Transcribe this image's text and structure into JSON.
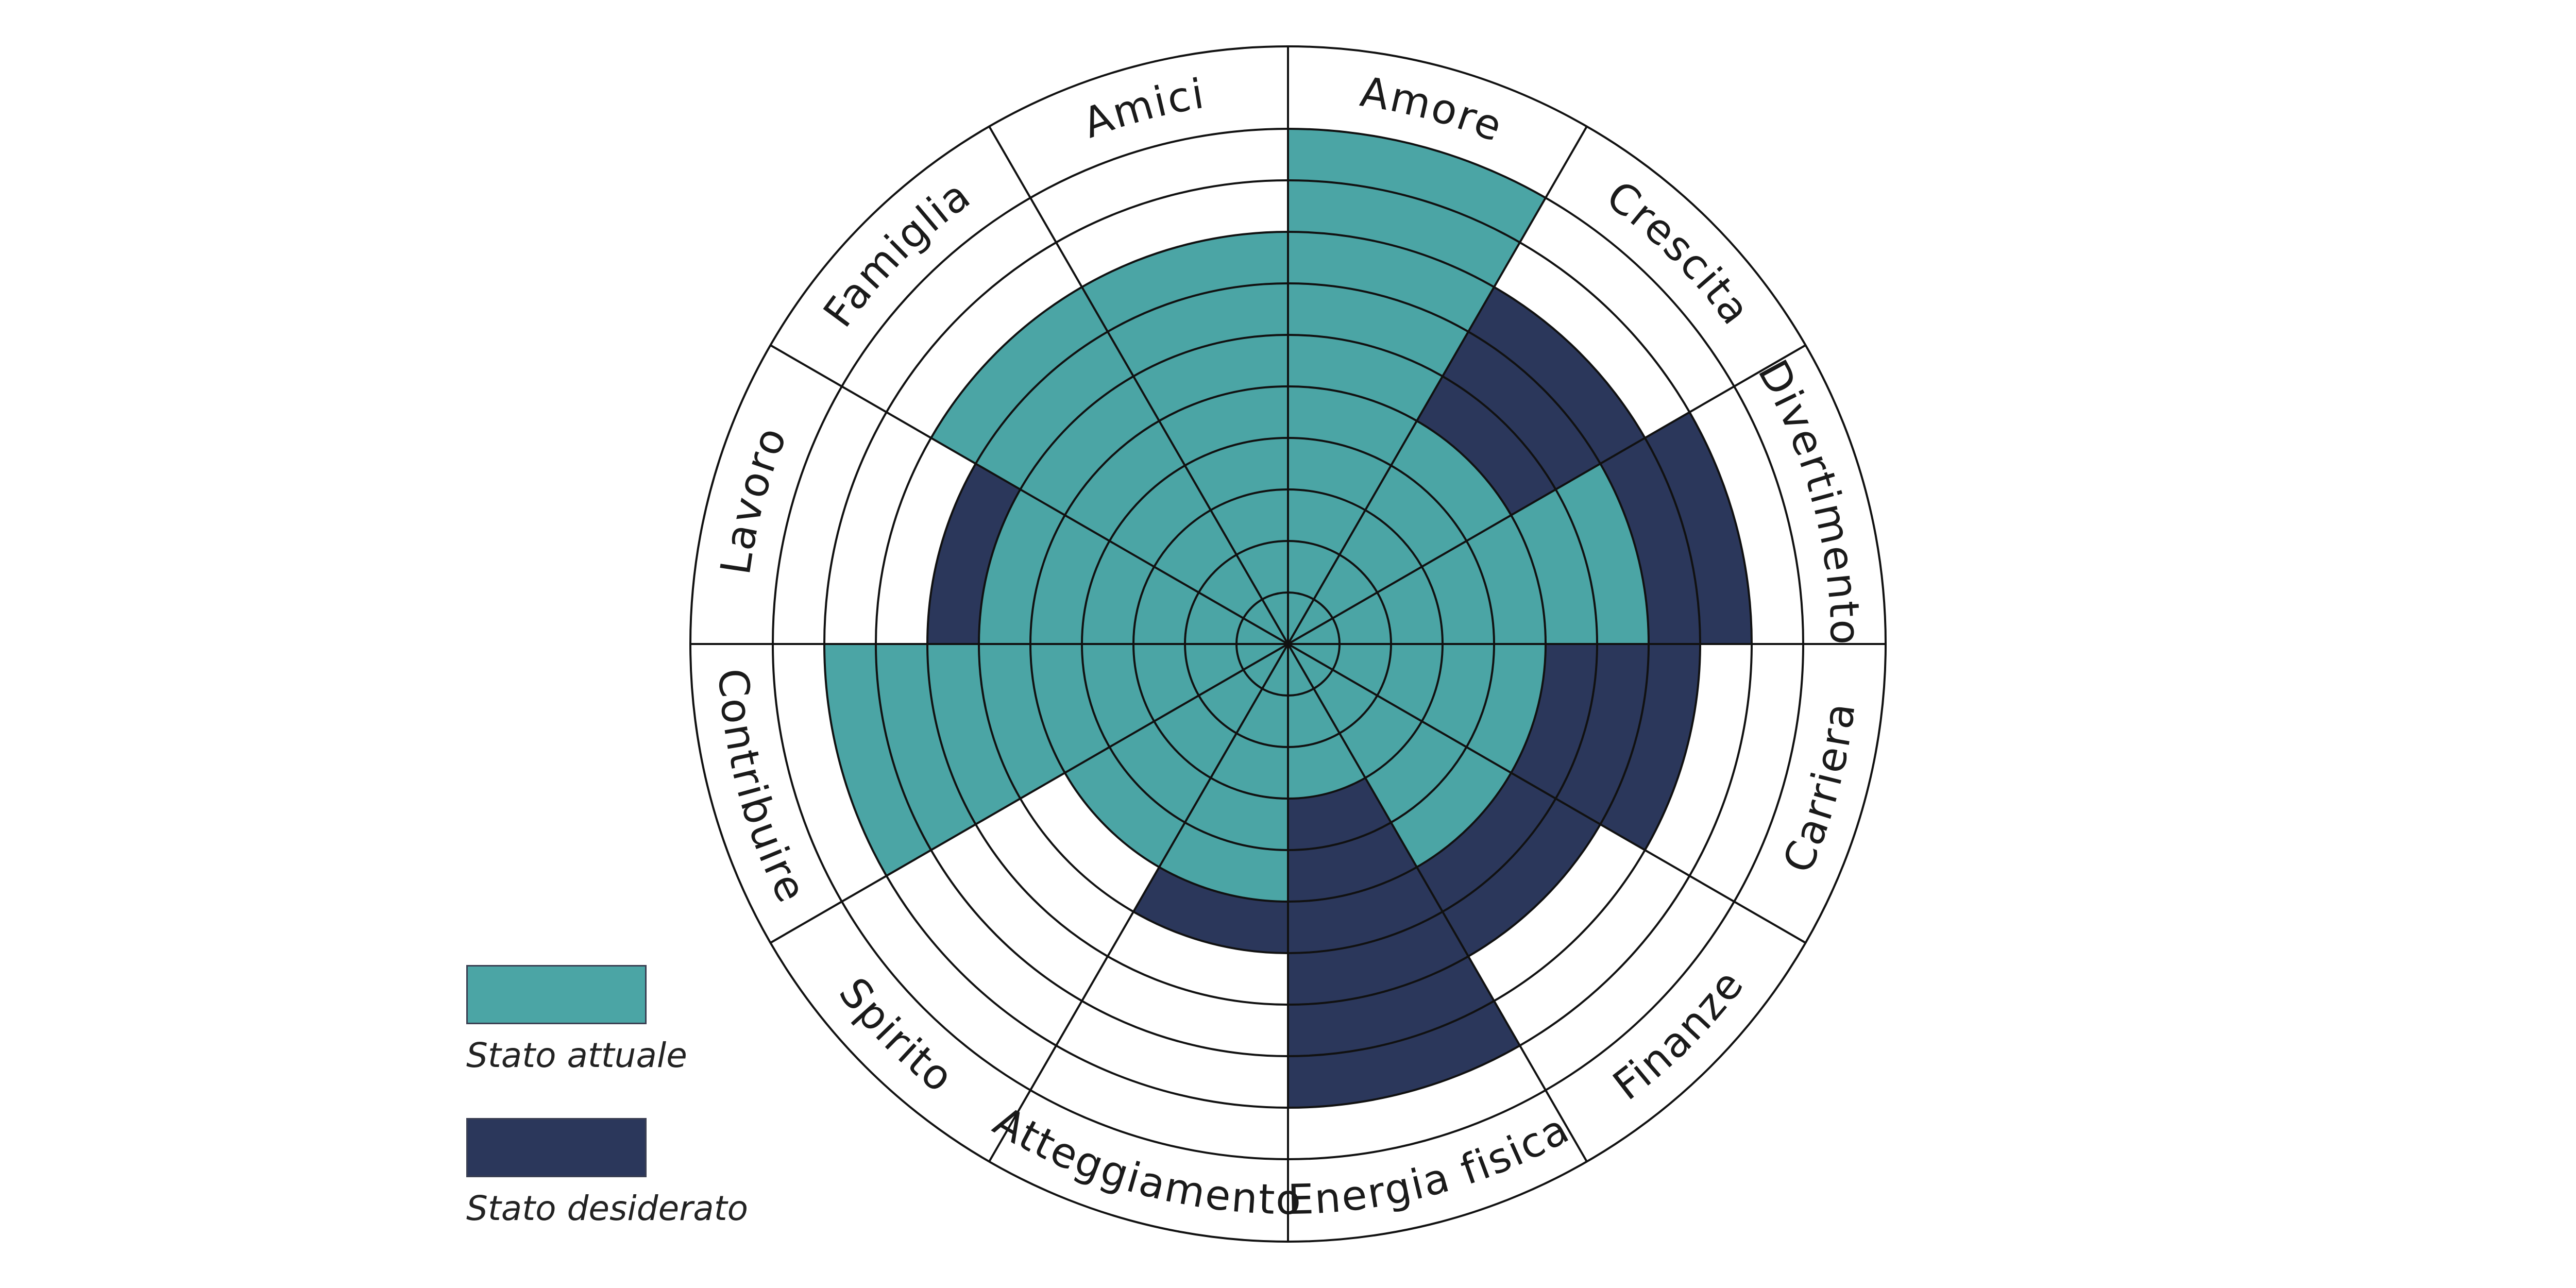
{
  "chart_data": {
    "type": "radial-bar",
    "title": "",
    "rings": 10,
    "categories": [
      "Amore",
      "Crescita",
      "Divertimento",
      "Carriera",
      "Finanze",
      "Energia fisica",
      "Atteggiamento",
      "Spirito",
      "Contribuire",
      "Lavoro",
      "Famiglia",
      "Amici"
    ],
    "series": [
      {
        "name": "Stato attuale",
        "color": "#4ba5a5",
        "values": [
          10,
          5,
          7,
          5,
          5,
          3,
          5,
          5,
          9,
          6,
          8,
          8
        ]
      },
      {
        "name": "Stato desiderato",
        "color": "#2b375b",
        "values": [
          10,
          8,
          9,
          8,
          7,
          9,
          6,
          5,
          9,
          7,
          8,
          8
        ]
      }
    ],
    "legend_position": "bottom-left",
    "grid": true
  }
}
